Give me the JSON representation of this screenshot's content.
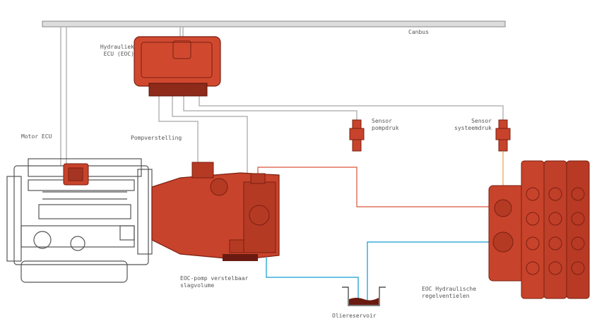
{
  "labels": {
    "canbus": "Canbus",
    "hydraulic_ecu": [
      "Hydrauliek",
      "ECU (EOC)"
    ],
    "motor_ecu": "Motor ECU",
    "pump_adjust": "Pompverstelling",
    "sensor_pump": [
      "Sensor",
      "pompdruk"
    ],
    "sensor_system": [
      "Sensor",
      "systeemdruk"
    ],
    "pump": [
      "EOC-pomp verstelbaar",
      "slagvolume"
    ],
    "reservoir": "Oliereservoir",
    "valves": [
      "EOC Hydraulische",
      "regelventielen"
    ]
  },
  "colors": {
    "component": "#c8432b",
    "component_dark": "#7a1f12",
    "signal_wire": "#b5b5b5",
    "pressure_line": "#d9533a",
    "system_line": "#f0a040",
    "return_line": "#3aaed8",
    "engine_outline": "#555555"
  }
}
